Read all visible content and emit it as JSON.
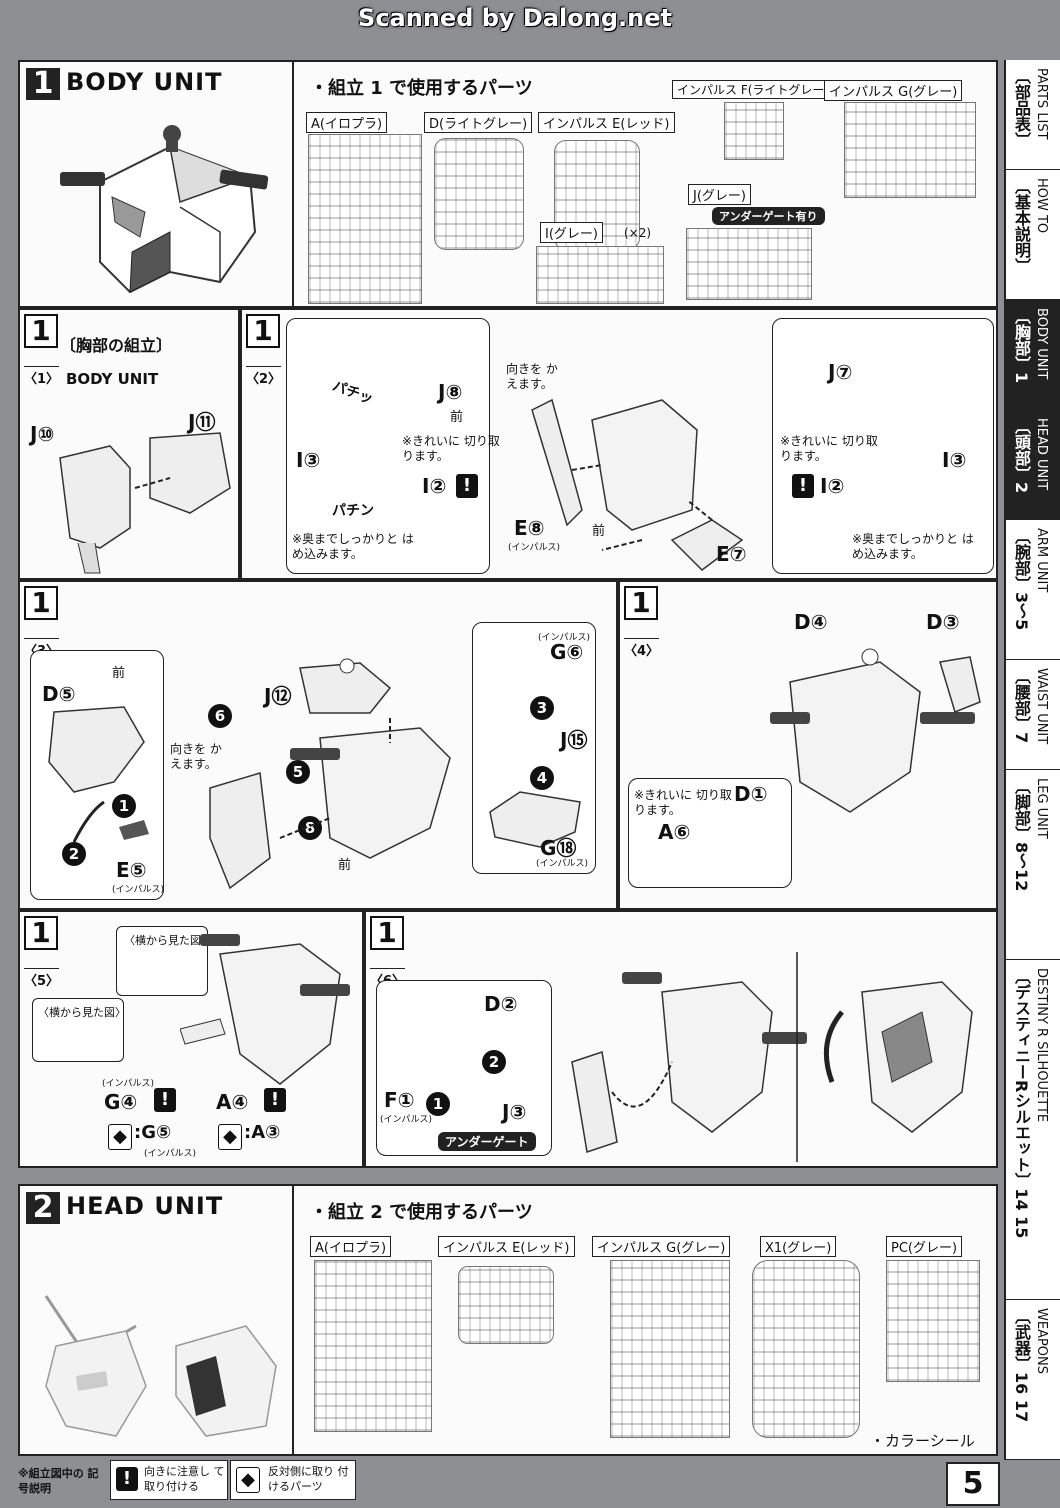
{
  "scan_credit": "Scanned by Dalong.net",
  "page_number": "5",
  "sidebar": [
    {
      "jp": "〔部品表〕",
      "en": "PARTS LIST",
      "active": false
    },
    {
      "jp": "〔基本説明〕",
      "en": "HOW TO",
      "active": false
    },
    {
      "jp": "〔胸部〕1",
      "en": "BODY UNIT",
      "active": true
    },
    {
      "jp": "〔頭部〕2",
      "en": "HEAD UNIT",
      "active": true
    },
    {
      "jp": "〔腕部〕3〜5",
      "en": "ARM UNIT",
      "active": false
    },
    {
      "jp": "〔腰部〕7",
      "en": "WAIST UNIT",
      "active": false
    },
    {
      "jp": "〔脚部〕8〜12",
      "en": "LEG UNIT",
      "active": false
    },
    {
      "jp": "〔デスティニーRシルエット〕14 15",
      "en": "DESTINY R SILHOUETTE",
      "active": false
    },
    {
      "jp": "〔武器〕16 17",
      "en": "WEAPONS",
      "active": false
    }
  ],
  "body": {
    "step": "1",
    "title": "BODY UNIT",
    "parts_heading": "・組立 1 で使用するパーツ",
    "parts": [
      {
        "label": "A(イロプラ)"
      },
      {
        "label": "D(ライトグレー)"
      },
      {
        "label": "インパルス E(レッド)"
      },
      {
        "label": "インパルス F(ライトグレー)"
      },
      {
        "label": "インパルス G(グレー)"
      },
      {
        "label": "J(グレー)"
      },
      {
        "label": "I(グレー)"
      }
    ],
    "i_qty": "(×2)",
    "undergate_badge": "アンダーゲート有り"
  },
  "sub1": {
    "num": "1",
    "tag": "〈1〉",
    "title": "〔胸部の組立〕",
    "subtitle": "BODY UNIT",
    "j10": "J⑩",
    "j11": "J⑪"
  },
  "sub2": {
    "num": "1",
    "tag": "〈2〉",
    "j8": "J⑧",
    "j7": "J⑦",
    "i3a": "I③",
    "i3b": "I③",
    "i2a": "I②",
    "i2b": "I②",
    "e8": "E⑧",
    "e7": "E⑦",
    "impulse": "(インパルス)",
    "mae": "前",
    "mae2": "前",
    "turn": "向きを かえます。",
    "kirei": "※きれいに 切り取ります。",
    "kirei2": "※きれいに 切り取ります。",
    "oku": "※奥までしっかりと はめ込みます。",
    "oku2": "※奥までしっかりと はめ込みます。",
    "pachin": "パチッ",
    "pachin2": "パチン"
  },
  "sub3": {
    "num": "1",
    "tag": "〈3〉",
    "d5": "D⑤",
    "e5": "E⑤",
    "j12": "J⑫",
    "g6": "G⑥",
    "j15": "J⑮",
    "g18": "G⑱",
    "impulse": "(インパルス)",
    "mae": "前",
    "mae2": "前",
    "turn": "向きを かえます。"
  },
  "sub4": {
    "num": "1",
    "tag": "〈4〉",
    "d4": "D④",
    "d3": "D③",
    "d1": "D①",
    "a6": "A⑥",
    "kirei": "※きれいに 切り取ります。"
  },
  "sub5": {
    "num": "1",
    "tag": "〈5〉",
    "side_view": "〈横から見た図〉",
    "side_view2": "〈横から見た図〉",
    "g4": "G④",
    "a4": "A④",
    "g5": ":G⑤",
    "a3": ":A③",
    "impulse": "(インパルス)"
  },
  "sub6": {
    "num": "1",
    "tag": "〈6〉",
    "d2": "D②",
    "f1": "F①",
    "j3": "J③",
    "impulse": "(インパルス)",
    "undergate": "アンダーゲート"
  },
  "head": {
    "step": "2",
    "title": "HEAD UNIT",
    "parts_heading": "・組立 2 で使用するパーツ",
    "parts": [
      {
        "label": "A(イロプラ)"
      },
      {
        "label": "インパルス E(レッド)"
      },
      {
        "label": "インパルス G(グレー)"
      },
      {
        "label": "X1(グレー)"
      },
      {
        "label": "PC(グレー)"
      }
    ],
    "color_seal": "・カラーシール"
  },
  "footer": {
    "legend_title": "※組立図中の 記号説明",
    "legend1": "向きに注意し て取り付ける",
    "legend2": "反対側に取り 付けるパーツ"
  }
}
